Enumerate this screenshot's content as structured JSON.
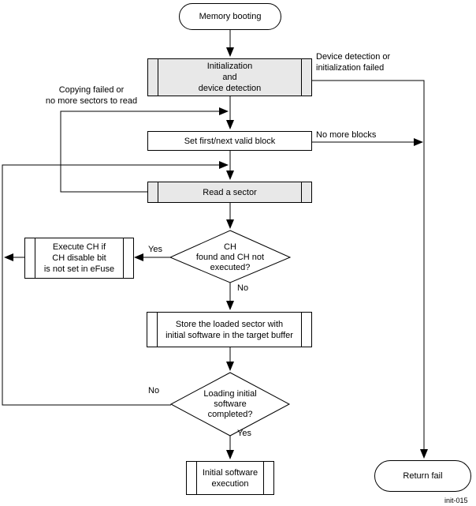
{
  "diagram": {
    "nodes": {
      "start": {
        "label": "Memory booting"
      },
      "init": {
        "lines": [
          "Initialization",
          "and",
          "device detection"
        ]
      },
      "set_block": {
        "label": "Set first/next valid block"
      },
      "read_sector": {
        "label": "Read a sector"
      },
      "ch_decision": {
        "lines": [
          "CH",
          "found and CH not",
          "executed?"
        ]
      },
      "execute_ch": {
        "lines": [
          "Execute CH if",
          "CH disable bit",
          "is not set in eFuse"
        ]
      },
      "store": {
        "lines": [
          "Store the loaded sector with",
          "initial software in the target buffer"
        ]
      },
      "loading_decision": {
        "lines": [
          "Loading initial",
          "software",
          "completed?"
        ]
      },
      "exec": {
        "lines": [
          "Initial software",
          "execution"
        ]
      },
      "return_fail": {
        "label": "Return fail"
      }
    },
    "edge_labels": {
      "device_fail": {
        "lines": [
          "Device detection or",
          "initialization failed"
        ]
      },
      "copy_fail": {
        "lines": [
          "Copying failed or",
          "no more sectors to read"
        ]
      },
      "no_more_blocks": "No more blocks",
      "ch_yes": "Yes",
      "ch_no": "No",
      "loading_no": "No",
      "loading_yes": "Yes"
    },
    "figure_id": "init-015",
    "colors": {
      "process_fill": "#e8e8e8",
      "line": "#000000",
      "background": "#ffffff"
    }
  }
}
